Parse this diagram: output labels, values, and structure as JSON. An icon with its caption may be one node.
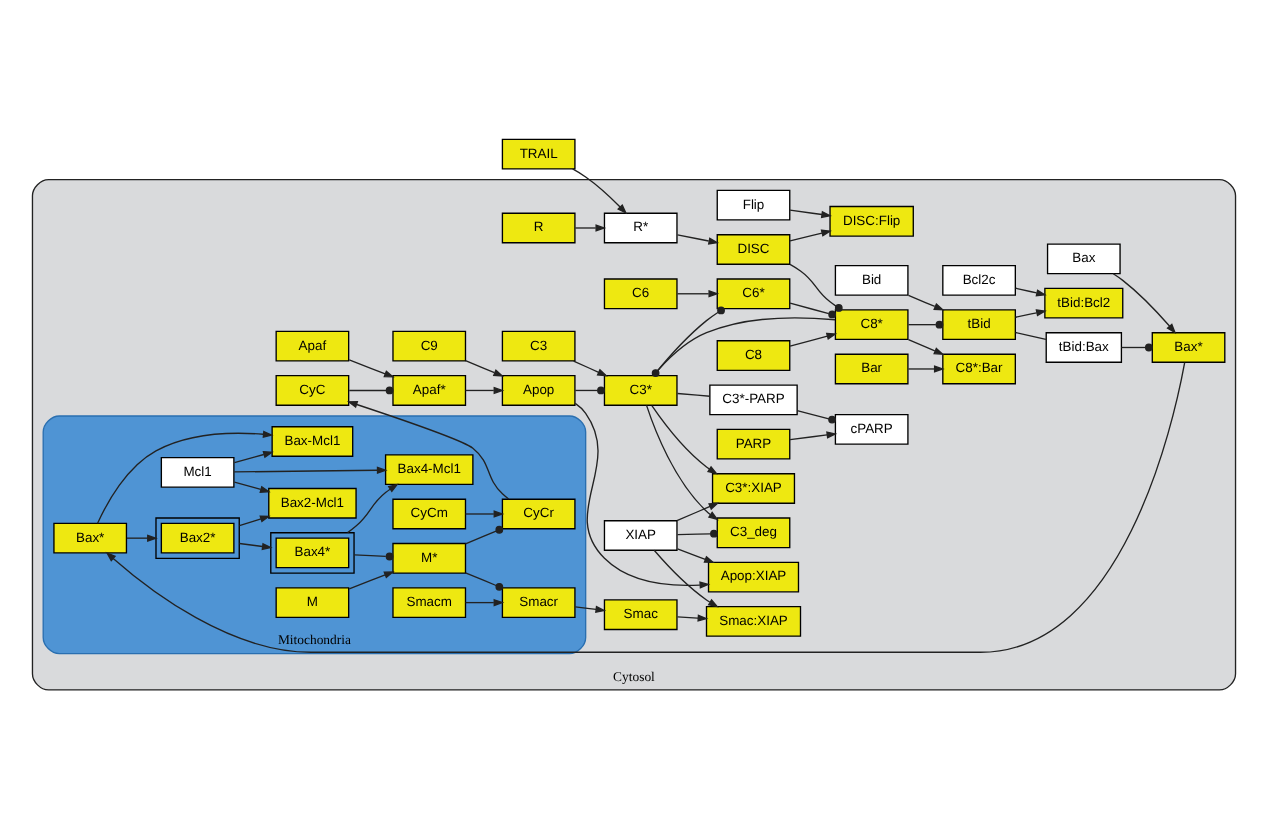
{
  "diagram": {
    "nodes": [
      {
        "text": [
          "Cytosol"
        ]
      },
      {
        "text": [
          "Mitochondria"
        ],
        "in": 0
      },
      {
        "text": [
          "TRAIL"
        ]
      },
      {
        "text": [
          "R"
        ],
        "in": 0
      },
      {
        "text": [
          "R*"
        ],
        "in": 0
      },
      {
        "text": [
          "DISC"
        ],
        "in": 0
      },
      {
        "text": [
          "DISC:Flip"
        ],
        "in": 0
      },
      {
        "text": [
          "Flip"
        ],
        "in": 0
      },
      {
        "text": [
          "Bid"
        ],
        "in": 0
      },
      {
        "text": [
          "tBid"
        ],
        "in": 0
      },
      {
        "text": [
          "tBid:Bcl2"
        ],
        "in": 0
      },
      {
        "text": [
          "Bcl2c"
        ],
        "in": 0
      },
      {
        "text": [
          "tBid:Bax"
        ],
        "in": 0
      },
      {
        "text": [
          "Bax"
        ],
        "in": 0
      },
      {
        "text": [
          "Bax*"
        ],
        "in": 0
      },
      {
        "text": [
          "C8"
        ],
        "in": 0
      },
      {
        "text": [
          "C8*"
        ],
        "in": 0
      },
      {
        "text": [
          "C8*:Bar"
        ],
        "in": 0
      },
      {
        "text": [
          "Bar"
        ],
        "in": 0
      },
      {
        "text": [
          "C6"
        ],
        "in": 0
      },
      {
        "text": [
          "C6*"
        ],
        "in": 0
      },
      {
        "text": [
          "C3"
        ],
        "in": 0
      },
      {
        "text": [
          "C3*"
        ],
        "in": 0
      },
      {
        "text": [
          "C3*:XIAP"
        ],
        "in": 0
      },
      {
        "text": [
          "XIAP"
        ],
        "in": 0
      },
      {
        "text": [
          "Smac:XIAP"
        ],
        "in": 0
      },
      {
        "text": [
          "Smac"
        ],
        "in": 0
      },
      {
        "text": [
          "C3_deg"
        ],
        "in": 0
      },
      {
        "text": [
          "Apop:XIAP"
        ],
        "in": 0
      },
      {
        "text": [
          "Apaf"
        ],
        "in": 0
      },
      {
        "text": [
          "Apaf*"
        ],
        "in": 0
      },
      {
        "text": [
          "CyC"
        ],
        "in": 0
      },
      {
        "text": [
          "Apop"
        ],
        "in": 0
      },
      {
        "text": [
          "C9"
        ],
        "in": 0
      },
      {
        "text": [
          "C3*-PARP"
        ],
        "in": 0
      },
      {
        "text": [
          "PARP"
        ],
        "in": 0
      },
      {
        "text": [
          "cPARP"
        ],
        "in": 0
      },
      {
        "text": [
          "Mcl1"
        ],
        "in": 1
      },
      {
        "text": [
          "Bax*"
        ],
        "in": 1
      },
      {
        "text": [
          "Bax-Mcl1"
        ],
        "in": 1
      },
      {
        "text": [
          "Bax2*"
        ],
        "in": 1
      },
      {
        "text": [
          "Bax2-Mcl1"
        ],
        "in": 1
      },
      {
        "text": [
          "Smacr"
        ],
        "in": 1
      },
      {
        "text": [
          "Smacm"
        ],
        "in": 1
      },
      {
        "text": [
          "M*"
        ],
        "in": 1
      },
      {
        "text": [
          "CyCr"
        ],
        "in": 1
      },
      {
        "text": [
          "CyCm"
        ],
        "in": 1
      },
      {
        "text": [
          "Bax4*"
        ],
        "in": 1
      },
      {
        "text": [
          "Bax4-Mcl1"
        ],
        "in": 1
      },
      {
        "text": [
          "M"
        ],
        "in": 1
      }
    ],
    "edges": [
      {
        "from": 2,
        "to": 4,
        "arrow": "to"
      },
      {
        "from": 3,
        "to": 4,
        "arrow": "to"
      },
      {
        "from": 4,
        "to": 5,
        "arrow": "to"
      },
      {
        "from": 5,
        "to": 6,
        "arrow": "to"
      },
      {
        "from": 7,
        "to": 6,
        "arrow": "to"
      },
      {
        "from": 15,
        "to": 16,
        "arrow": "to"
      },
      {
        "from": 5,
        "to": 16,
        "arrow": "other"
      },
      {
        "from": 20,
        "to": 16,
        "arrow": "other"
      },
      {
        "from": 16,
        "to": 17,
        "arrow": "to"
      },
      {
        "from": 18,
        "to": 17,
        "arrow": "to"
      },
      {
        "from": 8,
        "to": 9,
        "arrow": "to"
      },
      {
        "from": 16,
        "to": 9,
        "arrow": "other"
      },
      {
        "from": 9,
        "to": 10,
        "arrow": "to"
      },
      {
        "from": 11,
        "to": 10,
        "arrow": "to"
      },
      {
        "from": 9,
        "to": 12,
        "arrow": "none"
      },
      {
        "from": 13,
        "to": 14,
        "arrow": "to"
      },
      {
        "from": 12,
        "to": 14,
        "arrow": "other"
      },
      {
        "from": 14,
        "to": 38,
        "arrow": "to"
      },
      {
        "from": 38,
        "to": 39,
        "arrow": "to"
      },
      {
        "from": 37,
        "to": 39,
        "arrow": "to"
      },
      {
        "from": 38,
        "to": 40,
        "arrow": "to"
      },
      {
        "from": 40,
        "to": 41,
        "arrow": "to"
      },
      {
        "from": 37,
        "to": 41,
        "arrow": "to"
      },
      {
        "from": 40,
        "to": 47,
        "arrow": "to"
      },
      {
        "from": 47,
        "to": 48,
        "arrow": "to"
      },
      {
        "from": 37,
        "to": 48,
        "arrow": "to"
      },
      {
        "from": 49,
        "to": 44,
        "arrow": "to"
      },
      {
        "from": 47,
        "to": 44,
        "arrow": "other"
      },
      {
        "from": 43,
        "to": 42,
        "arrow": "to"
      },
      {
        "from": 44,
        "to": 42,
        "arrow": "other"
      },
      {
        "from": 46,
        "to": 45,
        "arrow": "to"
      },
      {
        "from": 44,
        "to": 45,
        "arrow": "other"
      },
      {
        "from": 42,
        "to": 26,
        "arrow": "to"
      },
      {
        "from": 45,
        "to": 31,
        "arrow": "to"
      },
      {
        "from": 26,
        "to": 25,
        "arrow": "to"
      },
      {
        "from": 24,
        "to": 25,
        "arrow": "to"
      },
      {
        "from": 29,
        "to": 30,
        "arrow": "to"
      },
      {
        "from": 31,
        "to": 30,
        "arrow": "other"
      },
      {
        "from": 30,
        "to": 32,
        "arrow": "to"
      },
      {
        "from": 33,
        "to": 32,
        "arrow": "to"
      },
      {
        "from": 32,
        "to": 28,
        "arrow": "to"
      },
      {
        "from": 24,
        "to": 28,
        "arrow": "to"
      },
      {
        "from": 19,
        "to": 20,
        "arrow": "to"
      },
      {
        "from": 22,
        "to": 20,
        "arrow": "other"
      },
      {
        "from": 21,
        "to": 22,
        "arrow": "to"
      },
      {
        "from": 16,
        "to": 22,
        "arrow": "other"
      },
      {
        "from": 32,
        "to": 22,
        "arrow": "other"
      },
      {
        "from": 22,
        "to": 23,
        "arrow": "to"
      },
      {
        "from": 24,
        "to": 23,
        "arrow": "to"
      },
      {
        "from": 22,
        "to": 27,
        "arrow": "to"
      },
      {
        "from": 24,
        "to": 27,
        "arrow": "other"
      },
      {
        "from": 22,
        "to": 34,
        "arrow": "none"
      },
      {
        "from": 35,
        "to": 36,
        "arrow": "to"
      },
      {
        "from": 34,
        "to": 36,
        "arrow": "other"
      }
    ]
  }
}
